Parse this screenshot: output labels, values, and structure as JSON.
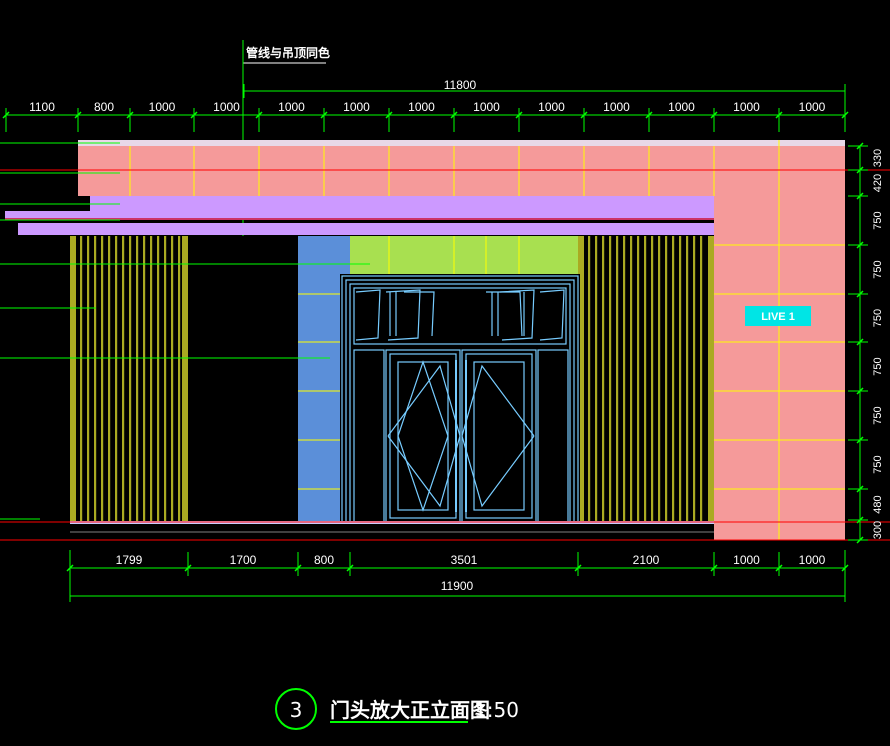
{
  "drawing": {
    "note": "管线与吊顶同色",
    "title": "门头放大正立面图",
    "scale": "1:50",
    "index_number": "3",
    "sign_text": "LIVE 1",
    "colors": {
      "background": "#000000",
      "pink_panel": "#f59a9a",
      "purple_band": "#cc99ff",
      "blue_column": "#5b8fd9",
      "lime_transom": "#a8e050",
      "louver": "#aaaa22",
      "dimension_line": "#00ff00",
      "red_level_line": "#ff0000",
      "door_frame": "#77ccff",
      "sign_bg": "#00e5e5"
    }
  },
  "dims_top": {
    "overall": "11800",
    "segments": [
      "1100",
      "800",
      "1000",
      "1000",
      "1000",
      "1000",
      "1000",
      "1000",
      "1000",
      "1000",
      "1000",
      "1000",
      "1000"
    ]
  },
  "dims_bottom": {
    "overall": "11900",
    "segments": [
      "1799",
      "1700",
      "800",
      "3501",
      "2100",
      "1000",
      "1000"
    ]
  },
  "dims_right": {
    "segments": [
      "330",
      "420",
      "750",
      "750",
      "750",
      "750",
      "750",
      "750",
      "480",
      "300"
    ]
  }
}
